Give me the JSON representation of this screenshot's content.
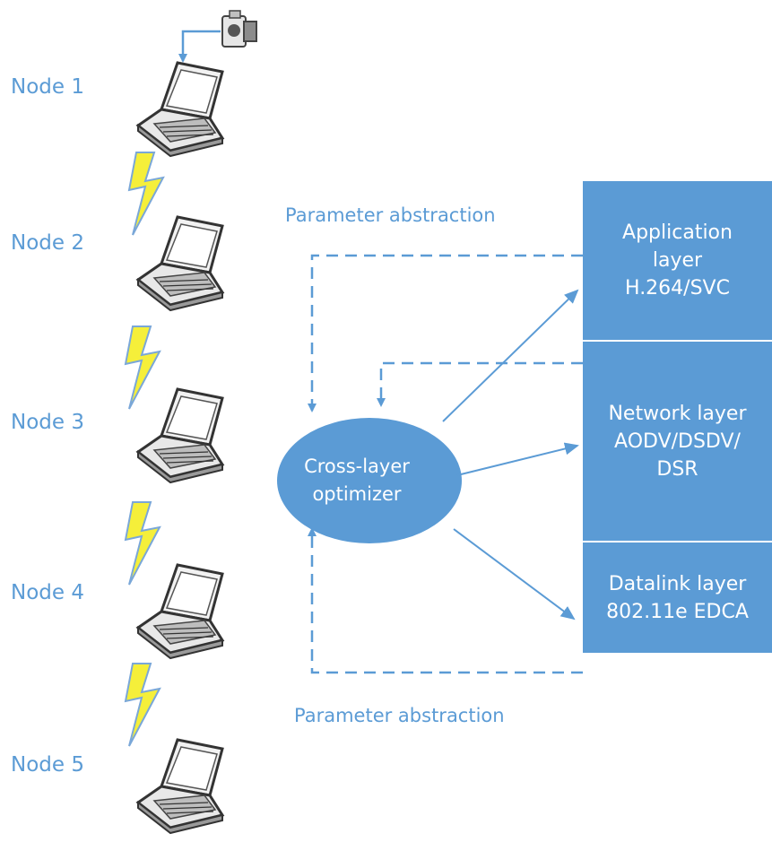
{
  "nodes": [
    {
      "label": "Node 1"
    },
    {
      "label": "Node 2"
    },
    {
      "label": "Node 3"
    },
    {
      "label": "Node 4"
    },
    {
      "label": "Node 5"
    }
  ],
  "parameter_abstraction": {
    "top": "Parameter abstraction",
    "bottom": "Parameter abstraction"
  },
  "optimizer": {
    "line1": "Cross-layer",
    "line2": "optimizer"
  },
  "layers": {
    "application": {
      "line1": "Application",
      "line2": "layer",
      "line3": "H.264/SVC"
    },
    "network": {
      "line1": "Network layer",
      "line2": "AODV/DSDV/",
      "line3": "DSR"
    },
    "datalink": {
      "line1": "Datalink layer",
      "line2": "802.11e EDCA"
    }
  },
  "colors": {
    "accent": "#5b9bd5",
    "lightning": "#f5ef3a",
    "laptop": "#4a4a4a"
  },
  "icons": {
    "camera": "video-camera-icon",
    "laptop": "laptop-icon",
    "wireless": "lightning-icon"
  }
}
